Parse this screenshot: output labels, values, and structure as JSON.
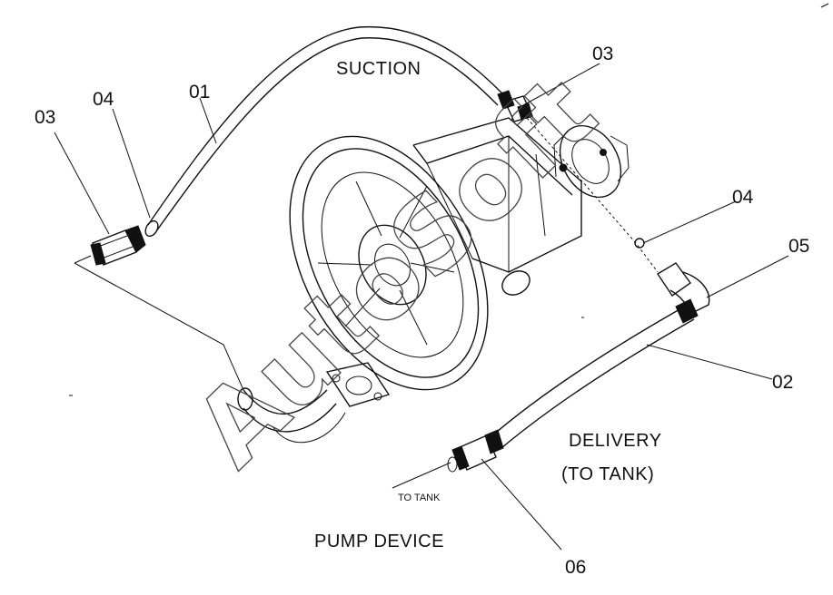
{
  "watermark": "AutoSoft",
  "captions": {
    "suction": "SUCTION",
    "delivery_line1": "DELIVERY",
    "delivery_line2": "(TO TANK)",
    "to_tank": "TO TANK",
    "pump_device": "PUMP DEVICE"
  },
  "callouts": {
    "left_fitting": "03",
    "left_oring": "04",
    "suction_hose": "01",
    "right_fitting": "03",
    "right_oring": "04",
    "elbow": "05",
    "delivery_hose": "02",
    "bottom_fitting": "06"
  }
}
